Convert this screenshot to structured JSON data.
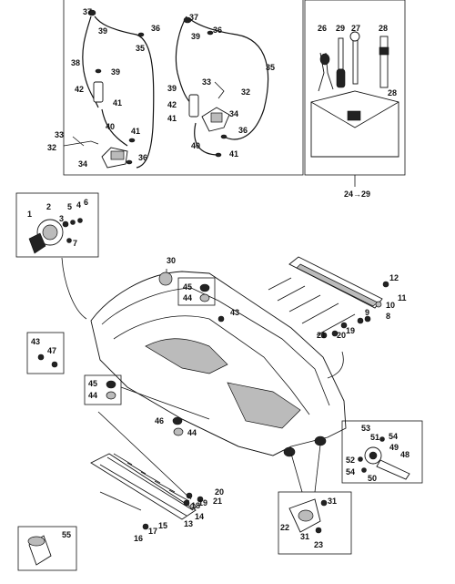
{
  "ref_label": "24→29",
  "callouts": {
    "37a": "37",
    "39a": "39",
    "36a": "36",
    "35a": "35",
    "38": "38",
    "39b": "39",
    "42a": "42",
    "41a": "41",
    "40a": "40",
    "41b": "41",
    "33a": "33",
    "32a": "32",
    "34a": "34",
    "36b": "36",
    "37b": "37",
    "39c": "39",
    "36c": "36",
    "35b": "35",
    "33b": "33",
    "32b": "32",
    "39d": "39",
    "42b": "42",
    "41c": "41",
    "34b": "34",
    "36d": "36",
    "40b": "40",
    "41d": "41",
    "26": "26",
    "29": "29",
    "27": "27",
    "28a": "28",
    "28b": "28",
    "1": "1",
    "2": "2",
    "3": "3",
    "4": "4",
    "5": "5",
    "6": "6",
    "7": "7",
    "30": "30",
    "45a": "45",
    "44a": "44",
    "43a": "43",
    "12": "12",
    "11": "11",
    "10": "10",
    "9": "9",
    "8": "8",
    "19a": "19",
    "20a": "20",
    "21a": "21",
    "43b": "43",
    "47": "47",
    "45b": "45",
    "44b": "44",
    "46": "46",
    "44c": "44",
    "53": "53",
    "54a": "54",
    "51": "51",
    "49": "49",
    "48": "48",
    "52": "52",
    "54b": "54",
    "50": "50",
    "20b": "20",
    "19b": "19",
    "21b": "21",
    "18": "18",
    "14": "14",
    "13": "13",
    "15": "15",
    "16": "16",
    "17": "17",
    "31a": "31",
    "22": "22",
    "31b": "31",
    "23": "23",
    "55": "55"
  }
}
